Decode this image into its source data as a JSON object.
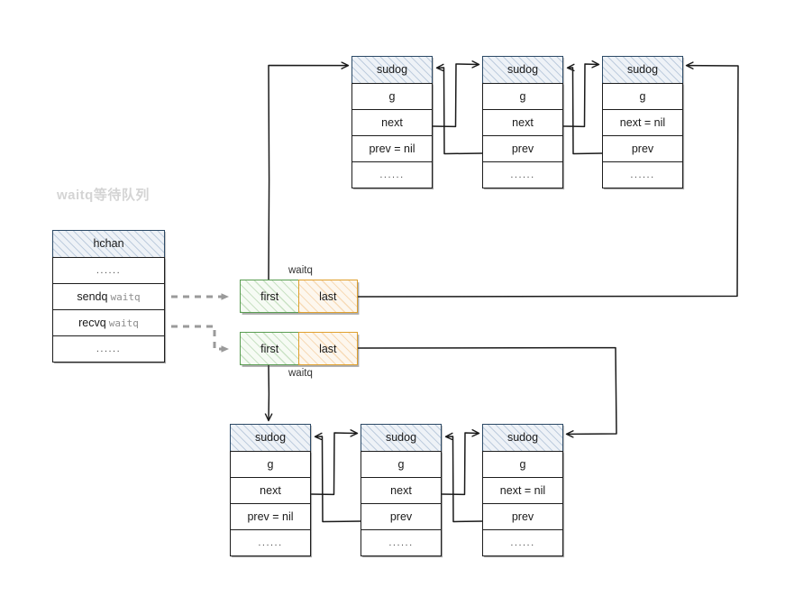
{
  "diagram": {
    "title": "waitq等待队列",
    "title_color": "#d4d4d4",
    "colors": {
      "header_border": "#2d4a66",
      "header_fill": "#eef2f7",
      "row_border": "#1d1d1d",
      "first_border": "#5b9e53",
      "last_border": "#e0a12f",
      "arrow": "#1a1a1a",
      "dashed_arrow": "#9a9a9a"
    },
    "hchan": {
      "header": "hchan",
      "rows": [
        {
          "label": "......",
          "type": ""
        },
        {
          "label": "sendq",
          "type": "waitq"
        },
        {
          "label": "recvq",
          "type": "waitq"
        },
        {
          "label": "......",
          "type": ""
        }
      ]
    },
    "waitq_boxes": [
      {
        "name": "sendq-waitq",
        "label": "waitq",
        "first": "first",
        "last": "last",
        "label_pos": "top"
      },
      {
        "name": "recvq-waitq",
        "label": "waitq",
        "first": "first",
        "last": "last",
        "label_pos": "bottom"
      }
    ],
    "sendq_list": {
      "queue": "sendq",
      "nodes": [
        {
          "header": "sudog",
          "rows": [
            "g",
            "next",
            "prev = nil",
            "......"
          ]
        },
        {
          "header": "sudog",
          "rows": [
            "g",
            "next",
            "prev",
            "......"
          ]
        },
        {
          "header": "sudog",
          "rows": [
            "g",
            "next = nil",
            "prev",
            "......"
          ]
        }
      ]
    },
    "recvq_list": {
      "queue": "recvq",
      "nodes": [
        {
          "header": "sudog",
          "rows": [
            "g",
            "next",
            "prev = nil",
            "......"
          ]
        },
        {
          "header": "sudog",
          "rows": [
            "g",
            "next",
            "prev",
            "......"
          ]
        },
        {
          "header": "sudog",
          "rows": [
            "g",
            "next = nil",
            "prev",
            "......"
          ]
        }
      ]
    }
  }
}
